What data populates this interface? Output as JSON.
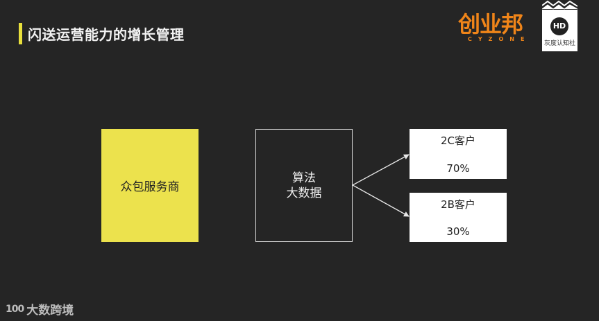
{
  "header": {
    "title": "闪送运营能力的增长管理",
    "accent_color": "#e8df3c"
  },
  "logos": {
    "cyzone": {
      "cn": "创业邦",
      "en": "CYZONE",
      "color": "#f08519"
    },
    "huidu": {
      "mark": "HD",
      "label": "灰度认知社"
    }
  },
  "diagram": {
    "source": {
      "label": "众包服务商",
      "color": "#ece24d"
    },
    "hub": {
      "line1": "算法",
      "line2": "大数据"
    },
    "targets": [
      {
        "label": "2C客户",
        "value": "70%"
      },
      {
        "label": "2B客户",
        "value": "30%"
      }
    ]
  },
  "footer": {
    "logo": "100",
    "text": "大数跨境"
  }
}
